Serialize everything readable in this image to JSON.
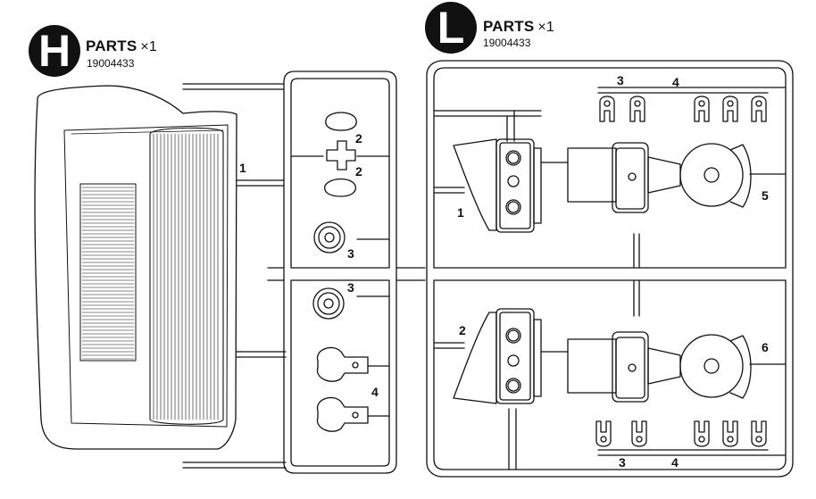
{
  "sheet_h": {
    "badge_letter": "H",
    "title": "PARTS",
    "multiplier": "×1",
    "code": "19004433",
    "part_labels": {
      "p1": "1",
      "p2a": "2",
      "p2b": "2",
      "p3a": "3",
      "p3b": "3",
      "p4": "4"
    }
  },
  "sheet_l": {
    "badge_letter": "L",
    "title": "PARTS",
    "multiplier": "×1",
    "code": "19004433",
    "part_labels": {
      "p1": "1",
      "p2": "2",
      "p3top": "3",
      "p4top": "4",
      "p5": "5",
      "p6": "6",
      "p3bot": "3",
      "p4bot": "4"
    }
  }
}
